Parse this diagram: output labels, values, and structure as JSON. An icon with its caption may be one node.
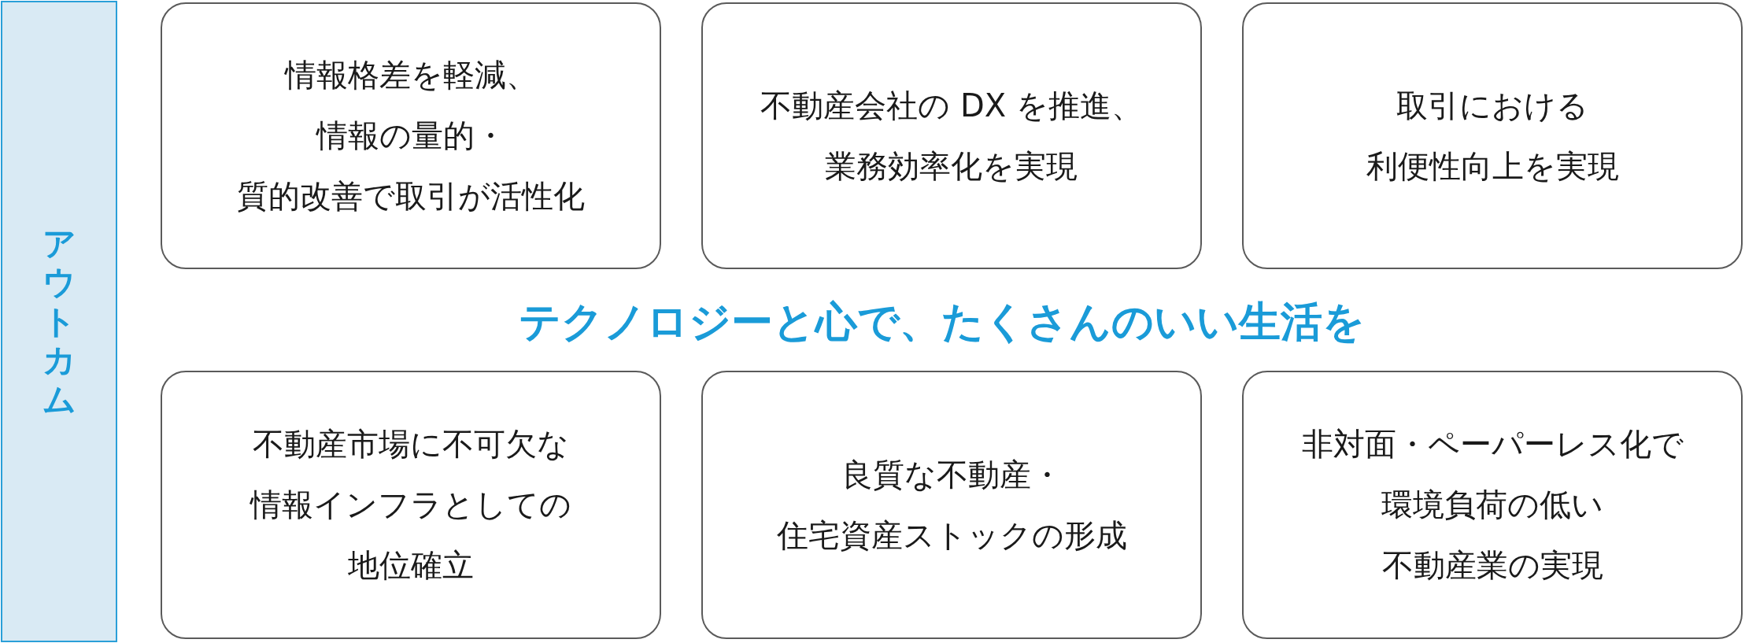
{
  "diagram": {
    "nodes": [
      {
        "text": [
          "アウトカム"
        ]
      },
      {
        "text": [
          "情報格差を軽減、情報の量的・質的改善で取引が活性化"
        ]
      },
      {
        "text": [
          "不動産会社の DX を推進、業務効率化を実現"
        ]
      },
      {
        "text": [
          "取引における利便性向上を実現"
        ]
      },
      {
        "text": [
          "不動産市場に不可欠な情報インフラとしての地位確立"
        ]
      },
      {
        "text": [
          "良質な不動産・住宅資産ストックの形成"
        ]
      },
      {
        "text": [
          "非対面・ペーパーレス化で環境負荷の低い不動産業の実現"
        ]
      }
    ],
    "labels": [
      "テクノロジーと心で、たくさんのいい生活を"
    ]
  }
}
